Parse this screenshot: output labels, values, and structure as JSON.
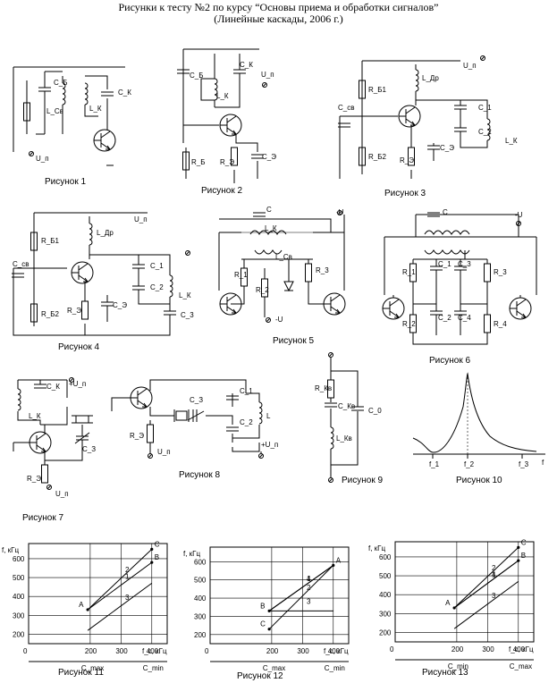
{
  "header": {
    "title": "Рисунки к тесту №2 по курсу “Основы приема и обработки сигналов”",
    "subtitle": "(Линейные каскады, 2006 г.)"
  },
  "captions": {
    "fig1": "Рисунок 1",
    "fig2": "Рисунок 2",
    "fig3": "Рисунок 3",
    "fig4": "Рисунок 4",
    "fig5": "Рисунок 5",
    "fig6": "Рисунок 6",
    "fig7": "Рисунок 7",
    "fig8": "Рисунок 8",
    "fig9": "Рисунок 9",
    "fig10": "Рисунок 10",
    "fig11": "Рисунок 11",
    "fig12": "Рисунок 12",
    "fig13": "Рисунок 13"
  },
  "labels": {
    "fig1": {
      "cb": "C_Б",
      "lcv": "L_Св",
      "lk": "L_К",
      "ck": "C_К",
      "un": "U_п"
    },
    "fig2": {
      "cb": "C_Б",
      "ck": "C_К",
      "lk": "L_К",
      "un": "U_п",
      "rb": "R_Б",
      "re": "R_Э",
      "ce": "C_Э"
    },
    "fig3": {
      "rb1": "R_Б1",
      "rb2": "R_Б2",
      "ldr": "L_Др",
      "un": "U_п",
      "csv": "C_св",
      "c1": "C_1",
      "c2": "C_2",
      "lk": "L_К",
      "re": "R_Э",
      "ce": "C_Э"
    },
    "fig4": {
      "rb1": "R_Б1",
      "rb2": "R_Б2",
      "ldr": "L_Др",
      "un": "U_п",
      "csv": "C_св",
      "c1": "C_1",
      "c2": "C_2",
      "c3": "C_3",
      "lk": "L_К",
      "re": "R_Э",
      "ce": "C_Э"
    },
    "fig5": {
      "c": "C",
      "mu": "-U",
      "lk": "L_К",
      "lcv": "L_Св",
      "r1": "R_1",
      "r2": "R_2",
      "r3": "R_3",
      "mu2": "-U"
    },
    "fig6": {
      "c": "C",
      "mu": "-U",
      "r1": "R_1",
      "r2": "R_2",
      "r3": "R_3",
      "r4": "R_4",
      "c1": "C_1",
      "c2": "C_2",
      "c3": "C_3",
      "c4": "C_4"
    },
    "fig7": {
      "ck": "C_К",
      "un": "+U_п",
      "lk": "L_К",
      "cz": "C_З",
      "re": "R_Э",
      "un2": "U_п"
    },
    "fig8": {
      "cz": "C_З",
      "c1": "C_1",
      "c2": "C_2",
      "l": "L",
      "re": "R_Э",
      "un": "U_п",
      "un2": "+U_п"
    },
    "fig9": {
      "rkv": "R_Кв",
      "ckv": "C_Кв",
      "lkv": "L_Кв",
      "c0": "C_0"
    },
    "fig10": {
      "f1": "f_1",
      "f2": "f_2",
      "f3": "f_3",
      "f": "f"
    }
  },
  "chart_data": [
    {
      "type": "line",
      "id": "fig10",
      "xlabel": "f",
      "x_ticks": [
        "f1",
        "f2",
        "f3"
      ],
      "series": [
        {
          "shape": "resonance curve peaked at f2 (parallel resonance), minimum near f1 (series resonance)"
        }
      ]
    },
    {
      "type": "line",
      "id": "fig11",
      "xlabel": "f_c, кГц",
      "ylabel": "f, кГц",
      "x_ticks": [
        0,
        200,
        300,
        400
      ],
      "y_ticks": [
        200,
        300,
        400,
        500,
        600
      ],
      "xlim": [
        0,
        450
      ],
      "ylim": [
        150,
        680
      ],
      "x_markers": [
        {
          "label": "C_max",
          "x": 200
        },
        {
          "label": "C_min",
          "x": 400
        }
      ],
      "points": {
        "A": [
          192,
          330
        ],
        "B": [
          400,
          580
        ],
        "C": [
          400,
          650
        ]
      },
      "series": [
        {
          "name": "1",
          "values": [
            [
              192,
              330
            ],
            [
              400,
              580
            ]
          ]
        },
        {
          "name": "2",
          "values": [
            [
              192,
              330
            ],
            [
              400,
              650
            ]
          ]
        },
        {
          "name": "3",
          "values": [
            [
              192,
              220
            ],
            [
              400,
              470
            ]
          ]
        }
      ]
    },
    {
      "type": "line",
      "id": "fig12",
      "xlabel": "f_c, кГц",
      "ylabel": "f, кГц",
      "x_ticks": [
        0,
        200,
        300,
        400
      ],
      "y_ticks": [
        200,
        300,
        400,
        500,
        600
      ],
      "xlim": [
        0,
        450
      ],
      "ylim": [
        150,
        680
      ],
      "x_markers": [
        {
          "label": "C_max",
          "x": 200
        },
        {
          "label": "C_min",
          "x": 400
        }
      ],
      "points": {
        "A": [
          400,
          580
        ],
        "B": [
          192,
          330
        ],
        "C": [
          192,
          230
        ]
      },
      "series": [
        {
          "name": "1",
          "values": [
            [
              192,
              330
            ],
            [
              400,
              580
            ]
          ]
        },
        {
          "name": "2",
          "values": [
            [
              192,
              230
            ],
            [
              400,
              580
            ]
          ]
        },
        {
          "name": "3",
          "values": [
            [
              192,
              330
            ],
            [
              400,
              330
            ]
          ]
        },
        {
          "name": "4",
          "values": [
            [
              192,
              330
            ],
            [
              400,
              580
            ]
          ]
        }
      ]
    },
    {
      "type": "line",
      "id": "fig13",
      "xlabel": "f_c, кГц",
      "ylabel": "f, кГц",
      "x_ticks": [
        0,
        200,
        300,
        400
      ],
      "y_ticks": [
        200,
        300,
        400,
        500,
        600
      ],
      "xlim": [
        0,
        450
      ],
      "ylim": [
        150,
        680
      ],
      "x_markers": [
        {
          "label": "C_min",
          "x": 200
        },
        {
          "label": "C_max",
          "x": 400
        }
      ],
      "points": {
        "A": [
          192,
          330
        ],
        "B": [
          400,
          580
        ],
        "C": [
          400,
          650
        ]
      },
      "series": [
        {
          "name": "1",
          "values": [
            [
              192,
              330
            ],
            [
              400,
              580
            ]
          ]
        },
        {
          "name": "2",
          "values": [
            [
              192,
              330
            ],
            [
              400,
              650
            ]
          ]
        },
        {
          "name": "3",
          "values": [
            [
              192,
              220
            ],
            [
              400,
              470
            ]
          ]
        },
        {
          "name": "4",
          "values": [
            [
              192,
              330
            ],
            [
              400,
              580
            ]
          ]
        }
      ]
    }
  ]
}
